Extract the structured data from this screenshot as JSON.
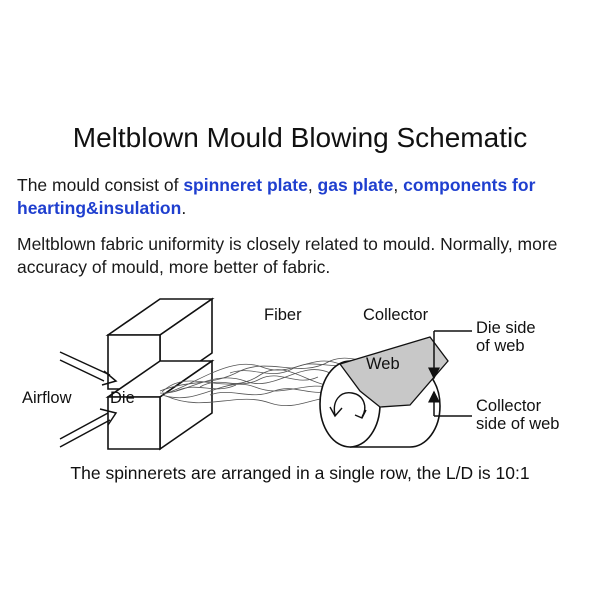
{
  "title": "Meltblown Mould Blowing Schematic",
  "intro": {
    "prefix": "The mould consist of ",
    "item1": "spinneret plate",
    "sep1": ", ",
    "item2": "gas plate",
    "sep2": ", ",
    "item3": "components for hearting&insulation",
    "suffix": "."
  },
  "note": "Meltblown fabric uniformity is closely related to mould. Normally, more accuracy of mould, more better of fabric.",
  "diagram": {
    "labels": {
      "fiber": "Fiber",
      "collector": "Collector",
      "web": "Web",
      "die_side_line1": "Die side",
      "die_side_line2": "of web",
      "airflow": "Airflow",
      "die": "Die",
      "collector_side_line1": "Collector",
      "collector_side_line2": "side of web"
    },
    "colors": {
      "web_fill": "#c8c8c8",
      "line": "#111111"
    }
  },
  "caption": "The spinnerets are arranged in a single row, the L/D is 10:1"
}
